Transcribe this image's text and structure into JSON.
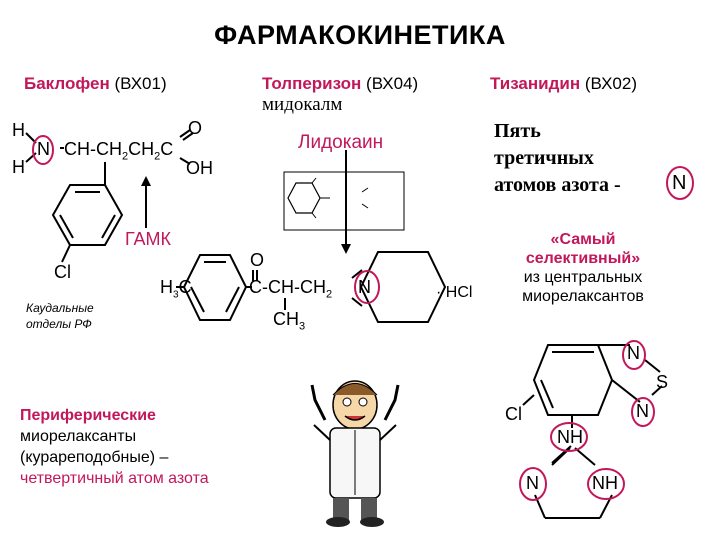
{
  "title": "ФАРМАКОКИНЕТИКА",
  "headers": {
    "baclofen": {
      "name": "Баклофен",
      "code": "(ВХ01)"
    },
    "tolperisone": {
      "name": "Толперизон",
      "code": "(ВХ04)",
      "alias": "мидокалм"
    },
    "tizanidine": {
      "name": "Тизанидин",
      "code": "(ВХ02)"
    }
  },
  "lidocaine_label": "Лидокаин",
  "gaba_label": "ГАМК",
  "caudal_note": [
    "Каудальные",
    "отделы РФ"
  ],
  "five_tertiary": [
    "Пять",
    "третичных",
    "атомов азота - "
  ],
  "five_tertiary_N": "N",
  "selective_note": [
    "«Самый",
    "селективный»",
    "из центральных",
    "миорелаксантов"
  ],
  "peripheral": {
    "line1": "Периферические",
    "line2": "миорелаксанты",
    "line3": "(курареподобные) –",
    "line4": "четвертичный атом азота"
  },
  "baclofen_struct": {
    "H1": "H",
    "H2": "H",
    "N": "N",
    "chain": "CH-CH",
    "sub1": "2",
    "ch2": "CH",
    "sub2": "2",
    "C": "C",
    "O": "O",
    "OH": "OH",
    "Cl": "Cl"
  },
  "tolperisone_struct": {
    "H3C": "H",
    "sub3": "3",
    "C": "C",
    "O": "O",
    "chain": "-CH-CH",
    "sub2": "2",
    "N": "N",
    "CH3": "CH",
    "sub3b": "3",
    "HCl": "HCl"
  },
  "tizanidine_struct": {
    "N1": "N",
    "S": "S",
    "N2": "N",
    "Cl": "Cl",
    "NH1": "NH",
    "N3": "N",
    "NH2": "NH"
  }
}
